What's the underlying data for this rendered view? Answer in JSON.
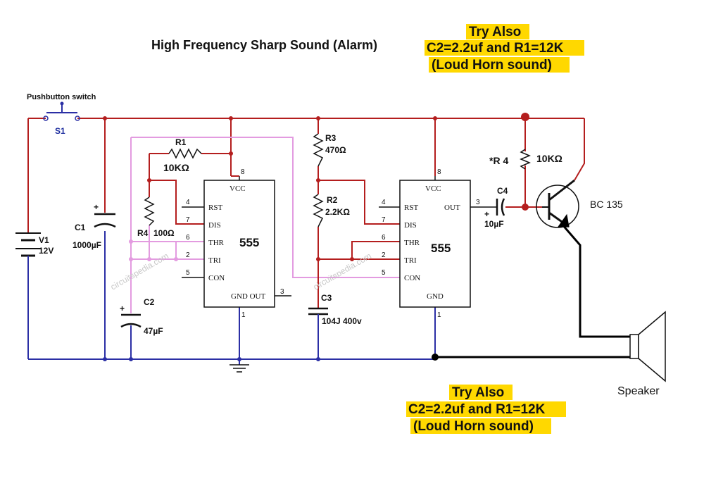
{
  "title": "High Frequency Sharp Sound (Alarm)",
  "notes": [
    {
      "line1": "Try Also",
      "line2": "C2=2.2uf and R1=12K",
      "line3": "(Loud Horn sound)"
    },
    {
      "line1": "Try Also",
      "line2": "C2=2.2uf and R1=12K",
      "line3": "(Loud Horn sound)"
    }
  ],
  "switch": {
    "label": "Pushbutton switch",
    "ref": "S1"
  },
  "battery": {
    "ref": "V1",
    "value": "12V"
  },
  "components": {
    "C1": {
      "ref": "C1",
      "value": "1000µF"
    },
    "C2": {
      "ref": "C2",
      "value": "47µF"
    },
    "C3": {
      "ref": "C3",
      "value": "104J 400v"
    },
    "C4": {
      "ref": "C4",
      "value": "10µF"
    },
    "R1": {
      "ref": "R1",
      "value": "10KΩ"
    },
    "R2": {
      "ref": "R2",
      "value": "2.2KΩ"
    },
    "R3": {
      "ref": "R3",
      "value": "470Ω"
    },
    "R4": {
      "ref": "R4",
      "value": "100Ω"
    },
    "R4b": {
      "ref": "*R 4",
      "value": "10KΩ"
    },
    "Q1": {
      "value": "BC 135"
    }
  },
  "ic1": {
    "name": "555",
    "pins": {
      "vcc": "VCC",
      "rst": "RST",
      "dis": "DIS",
      "thr": "THR",
      "tri": "TRI",
      "con": "CON",
      "gnd_out": "GND OUT"
    },
    "nums": {
      "p8": "8",
      "p4": "4",
      "p7": "7",
      "p6": "6",
      "p2": "2",
      "p5": "5",
      "p3": "3",
      "p1": "1"
    }
  },
  "ic2": {
    "name": "555",
    "pins": {
      "vcc": "VCC",
      "rst": "RST",
      "out": "OUT",
      "dis": "DIS",
      "thr": "THR",
      "tri": "TRI",
      "con": "CON",
      "gnd": "GND"
    },
    "nums": {
      "p8": "8",
      "p4": "4",
      "p3": "3",
      "p7": "7",
      "p6": "6",
      "p2": "2",
      "p5": "5",
      "p1": "1"
    }
  },
  "speaker": {
    "label": "Speaker"
  },
  "plus": "+",
  "watermark": "circuitspedia.com",
  "colors": {
    "power_wire": "#b41e1e",
    "ground_wire": "#2b2fa5",
    "control_wire": "#e39be0",
    "note_highlight": "#ffd800"
  }
}
